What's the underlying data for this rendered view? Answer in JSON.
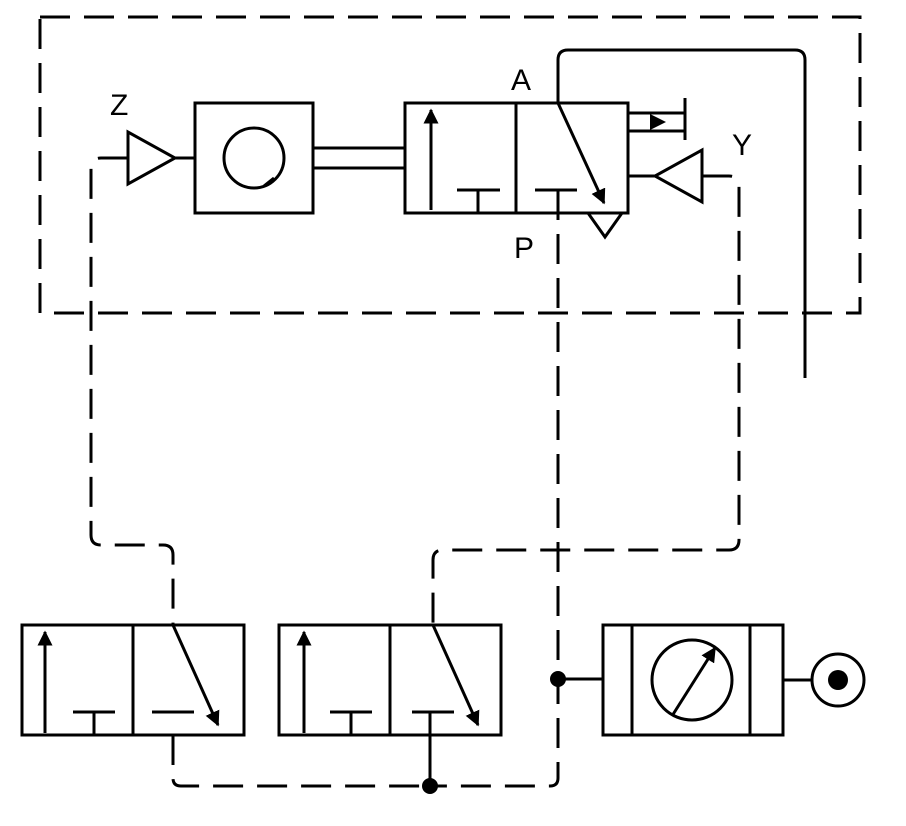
{
  "labels": {
    "port_z": "Z",
    "port_a": "A",
    "port_y": "Y",
    "port_p": "P"
  }
}
